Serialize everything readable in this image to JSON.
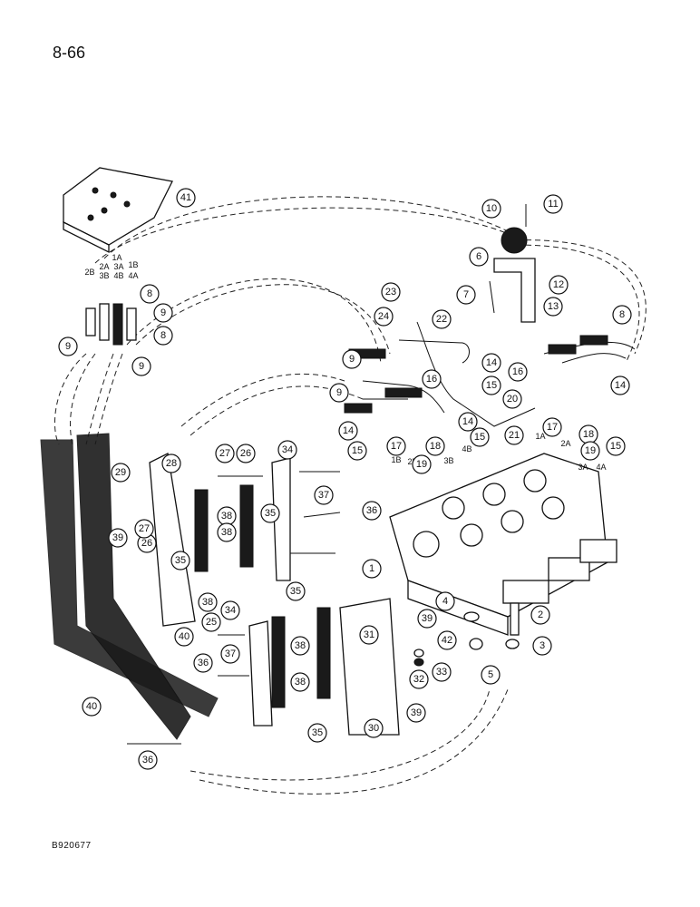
{
  "header": {
    "page_number": "8-66"
  },
  "footer": {
    "doc_code": "B920677"
  },
  "callouts": [
    "1",
    "2",
    "3",
    "4",
    "5",
    "6",
    "7",
    "8",
    "9",
    "10",
    "11",
    "12",
    "13",
    "14",
    "15",
    "16",
    "17",
    "18",
    "19",
    "20",
    "21",
    "22",
    "23",
    "24",
    "25",
    "26",
    "27",
    "28",
    "29",
    "30",
    "31",
    "32",
    "33",
    "34",
    "35",
    "36",
    "37",
    "38",
    "39",
    "40",
    "41",
    "42"
  ],
  "port_labels": [
    "1A",
    "1B",
    "2A",
    "2B",
    "3A",
    "3B",
    "4A",
    "4B"
  ]
}
